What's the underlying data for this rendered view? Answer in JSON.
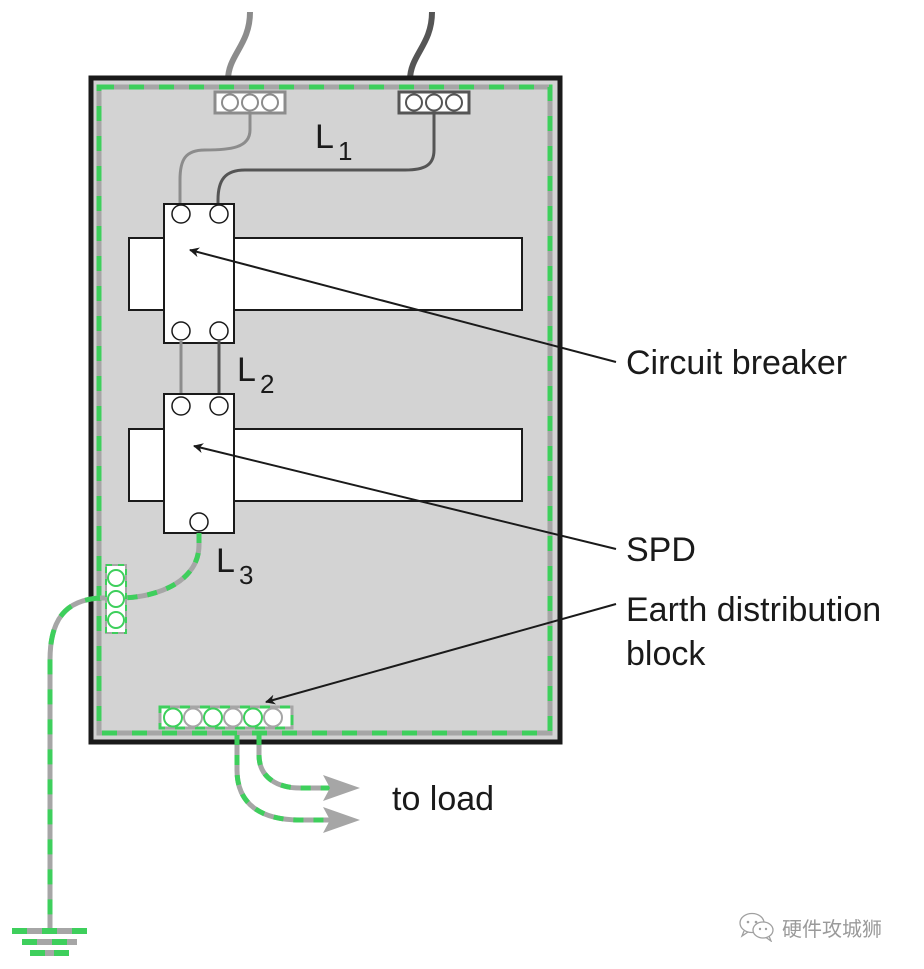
{
  "diagram": {
    "title": "Consumer unit with SPD wiring",
    "labels": {
      "l1_main": "L",
      "l1_sub": "1",
      "l2_main": "L",
      "l2_sub": "2",
      "l3_main": "L",
      "l3_sub": "3",
      "circuit_breaker": "Circuit breaker",
      "spd": "SPD",
      "earth_block_line1": "Earth distribution",
      "earth_block_line2": "block",
      "to_load": "to load"
    },
    "watermark": {
      "icon": "wechat-icon",
      "text": "硬件攻城狮"
    },
    "colors": {
      "enclosure_fill": "#d3d3d3",
      "enclosure_border": "#1a1a1a",
      "earth_green": "#3ecf5c",
      "earth_grey": "#a6a6a6",
      "phase_wire_light": "#8c8c8c",
      "phase_wire_dark": "#555555",
      "text": "#1a1a1a"
    }
  }
}
